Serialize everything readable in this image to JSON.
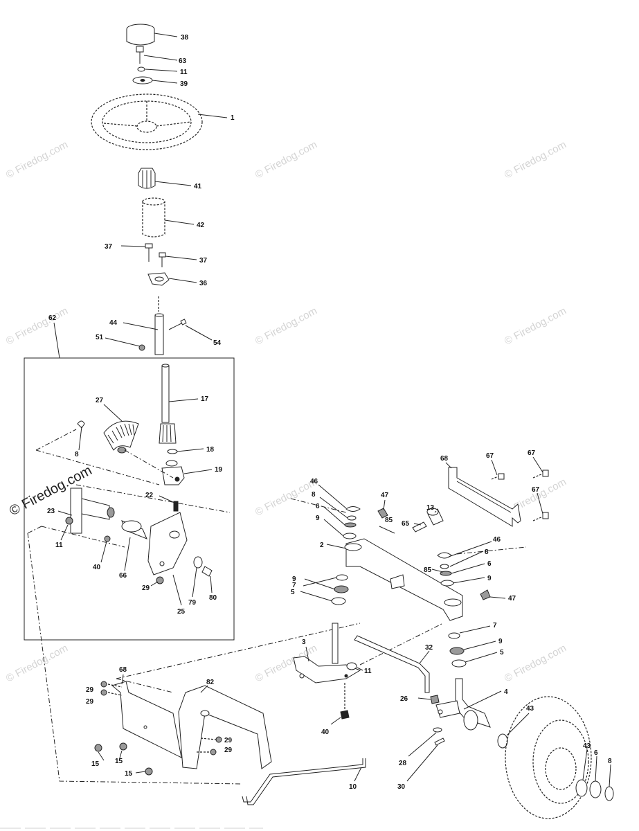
{
  "watermark": "© Firedog.com",
  "labels": {
    "l38": "38",
    "l63": "63",
    "l11a": "11",
    "l39": "39",
    "l1": "1",
    "l41": "41",
    "l42": "42",
    "l37a": "37",
    "l37b": "37",
    "l36": "36",
    "l44": "44",
    "l54": "54",
    "l51": "51",
    "l62": "62",
    "l27": "27",
    "l17": "17",
    "l8a": "8",
    "l18": "18",
    "l19": "19",
    "l22": "22",
    "l23": "23",
    "l11b": "11",
    "l40a": "40",
    "l66": "66",
    "l29a": "29",
    "l79": "79",
    "l80": "80",
    "l25": "25",
    "l68a": "68",
    "l67a": "67",
    "l67b": "67",
    "l67c": "67",
    "l46a": "46",
    "l8b": "8",
    "l6a": "6",
    "l9a": "9",
    "l47a": "47",
    "l85a": "85",
    "l65": "65",
    "l13": "13",
    "l2": "2",
    "l46b": "46",
    "l8c": "8",
    "l85b": "85",
    "l6b": "6",
    "l9b": "9",
    "l7a": "7",
    "l9c": "9",
    "l5a": "5",
    "l47b": "47",
    "l7b": "7",
    "l9d": "9",
    "l5b": "5",
    "l3": "3",
    "l32": "32",
    "l11c": "11",
    "l26": "26",
    "l4": "4",
    "l43a": "43",
    "l40b": "40",
    "l28": "28",
    "l30": "30",
    "l43b": "43",
    "l6c": "6",
    "l8d": "8",
    "l68b": "68",
    "l82": "82",
    "l29b": "29",
    "l29c": "29",
    "l29d": "29",
    "l29e": "29",
    "l15a": "15",
    "l15b": "15",
    "l15c": "15",
    "l10": "10"
  }
}
